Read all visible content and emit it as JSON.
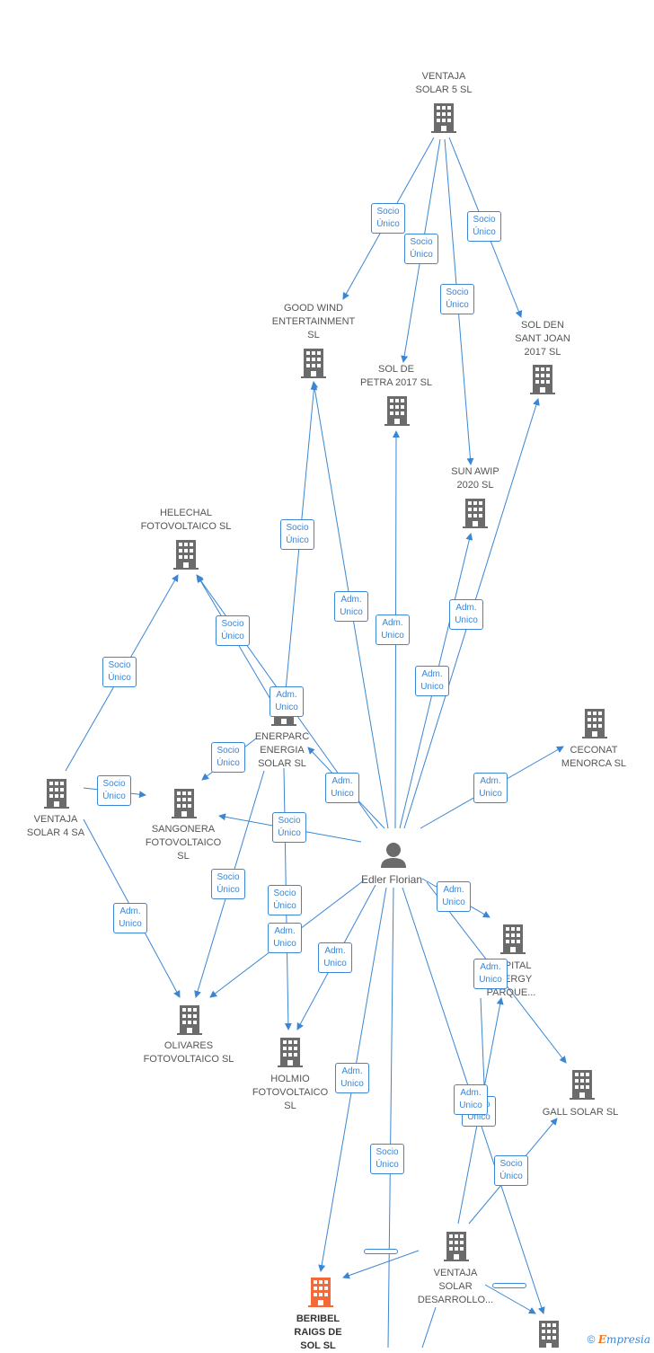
{
  "center": {
    "name": "Edler Florian"
  },
  "nodes": [
    {
      "id": "ventaja5",
      "label": "VENTAJA\nSOLAR 5  SL"
    },
    {
      "id": "goodwind",
      "label": "GOOD WIND\nENTERTAINMENT\nSL"
    },
    {
      "id": "solpetra",
      "label": "SOL DE\nPETRA 2017  SL"
    },
    {
      "id": "soldensant",
      "label": "SOL DEN\nSANT JOAN\n2017  SL"
    },
    {
      "id": "sunawip",
      "label": "SUN AWIP\n2020  SL"
    },
    {
      "id": "helechal",
      "label": "HELECHAL\nFOTOVOLTAICO SL"
    },
    {
      "id": "ceconat",
      "label": "CECONAT\nMENORCA SL"
    },
    {
      "id": "enerparc",
      "label": "ENERPARC\nENERGIA\nSOLAR  SL"
    },
    {
      "id": "ventaja4",
      "label": "VENTAJA\nSOLAR 4 SA"
    },
    {
      "id": "sangonera",
      "label": "SANGONERA\nFOTOVOLTAICO\nSL"
    },
    {
      "id": "capital",
      "label": "CAPITAL\nENERGY\nPARQUE..."
    },
    {
      "id": "olivares",
      "label": "OLIVARES\nFOTOVOLTAICO SL"
    },
    {
      "id": "holmio",
      "label": "HOLMIO\nFOTOVOLTAICO\nSL"
    },
    {
      "id": "gall",
      "label": "GALL SOLAR  SL"
    },
    {
      "id": "ventajadesarrollo",
      "label": "VENTAJA\nSOLAR\nDESARROLLO..."
    },
    {
      "id": "beribel",
      "label": "BERIBEL\nRAIGS DE\nSOL  SL",
      "highlight": true
    },
    {
      "id": "bottomright",
      "label": ""
    }
  ],
  "relations": [
    {
      "id": "r1",
      "text": "Socio\nÚnico"
    },
    {
      "id": "r2",
      "text": "Socio\nÚnico"
    },
    {
      "id": "r3",
      "text": "Socio\nÚnico"
    },
    {
      "id": "r4",
      "text": "Socio\nÚnico"
    },
    {
      "id": "r5",
      "text": "Socio\nÚnico"
    },
    {
      "id": "r6",
      "text": "Socio\nÚnico"
    },
    {
      "id": "r7",
      "text": "Adm.\nUnico"
    },
    {
      "id": "r8",
      "text": "Adm.\nUnico"
    },
    {
      "id": "r9",
      "text": "Adm.\nUnico"
    },
    {
      "id": "r10",
      "text": "Adm.\nUnico"
    },
    {
      "id": "r11",
      "text": "Socio\nÚnico"
    },
    {
      "id": "r12",
      "text": "Adm.\nUnico"
    },
    {
      "id": "r13",
      "text": "Socio\nÚnico"
    },
    {
      "id": "r14",
      "text": "Socio\nÚnico"
    },
    {
      "id": "r15",
      "text": "Adm.\nUnico"
    },
    {
      "id": "r16",
      "text": "Adm.\nUnico"
    },
    {
      "id": "r17",
      "text": "Socio\nÚnico"
    },
    {
      "id": "r18",
      "text": "Socio\nÚnico"
    },
    {
      "id": "r19",
      "text": "Socio\nÚnico"
    },
    {
      "id": "r20",
      "text": "Adm.\nUnico"
    },
    {
      "id": "r21",
      "text": "Adm.\nUnico"
    },
    {
      "id": "r22",
      "text": "Adm.\nUnico"
    },
    {
      "id": "r23",
      "text": "Adm.\nUnico"
    },
    {
      "id": "r24",
      "text": "Adm.\nUnico"
    },
    {
      "id": "r25",
      "text": "Adm.\nUnico"
    },
    {
      "id": "r26",
      "text": "Socio\nÚnico"
    },
    {
      "id": "r27",
      "text": "Adm.\nUnico"
    },
    {
      "id": "r28",
      "text": "Socio\nÚnico"
    },
    {
      "id": "r29",
      "text": "Socio\nÚnico"
    }
  ],
  "colors": {
    "edge": "#3a86d4",
    "building": "#6b6b6b",
    "highlight": "#f26a3a",
    "person": "#6b6b6b"
  },
  "footer": {
    "copyright": "©",
    "brand_first": "E",
    "brand_rest": "mpresia"
  }
}
